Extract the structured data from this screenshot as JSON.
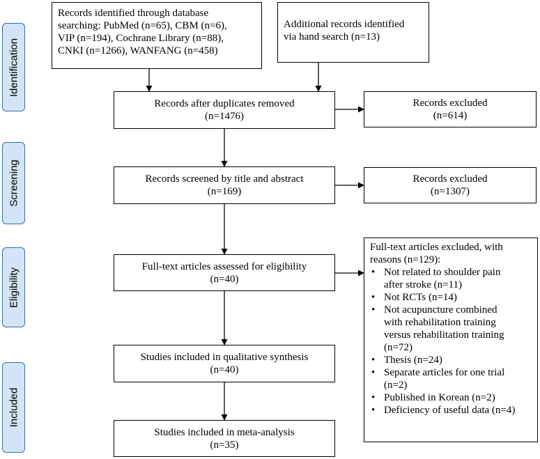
{
  "stages": [
    {
      "key": "identification",
      "label": "Identification"
    },
    {
      "key": "screening",
      "label": "Screening"
    },
    {
      "key": "eligibility",
      "label": "Eligibility"
    },
    {
      "key": "included",
      "label": "Included"
    }
  ],
  "boxes": {
    "database_search": {
      "lines": [
        "Records identified through database",
        "searching: PubMed (n=65), CBM (n=6),",
        "VIP (n=194), Cochrane Library (n=88),",
        "CNKI (n=1266), WANFANG (n=458)"
      ]
    },
    "hand_search": {
      "lines": [
        "Additional records identified",
        "via hand search (n=13)"
      ]
    },
    "after_duplicates": {
      "lines": [
        "Records after duplicates removed",
        "(n=1476)"
      ]
    },
    "excluded_1": {
      "lines": [
        "Records excluded",
        "(n=614)"
      ]
    },
    "screened": {
      "lines": [
        "Records screened by title and abstract",
        "(n=169)"
      ]
    },
    "excluded_2": {
      "lines": [
        "Records excluded",
        "(n=1307)"
      ]
    },
    "fulltext_assessed": {
      "lines": [
        "Full-text articles assessed for eligibility",
        "(n=40)"
      ]
    },
    "qualitative": {
      "lines": [
        "Studies included in qualitative synthesis",
        "(n=40)"
      ]
    },
    "meta_analysis": {
      "lines": [
        "Studies included in meta-analysis",
        "(n=35)"
      ]
    },
    "fulltext_excluded": {
      "header": [
        "Full-text articles excluded, with",
        "reasons (n=129):"
      ],
      "reasons": [
        [
          "Not related to shoulder pain",
          "after stroke (n=11)"
        ],
        [
          "Not RCTs (n=14)"
        ],
        [
          "Not acupuncture combined",
          "with rehabilitation training",
          "versus rehabilitation training",
          "(n=72)"
        ],
        [
          "Thesis (n=24)"
        ],
        [
          "Separate articles for one trial",
          "(n=2)"
        ],
        [
          "Published in Korean (n=2)"
        ],
        [
          "Deficiency of useful data (n=4)"
        ]
      ],
      "bullet": "•"
    }
  }
}
